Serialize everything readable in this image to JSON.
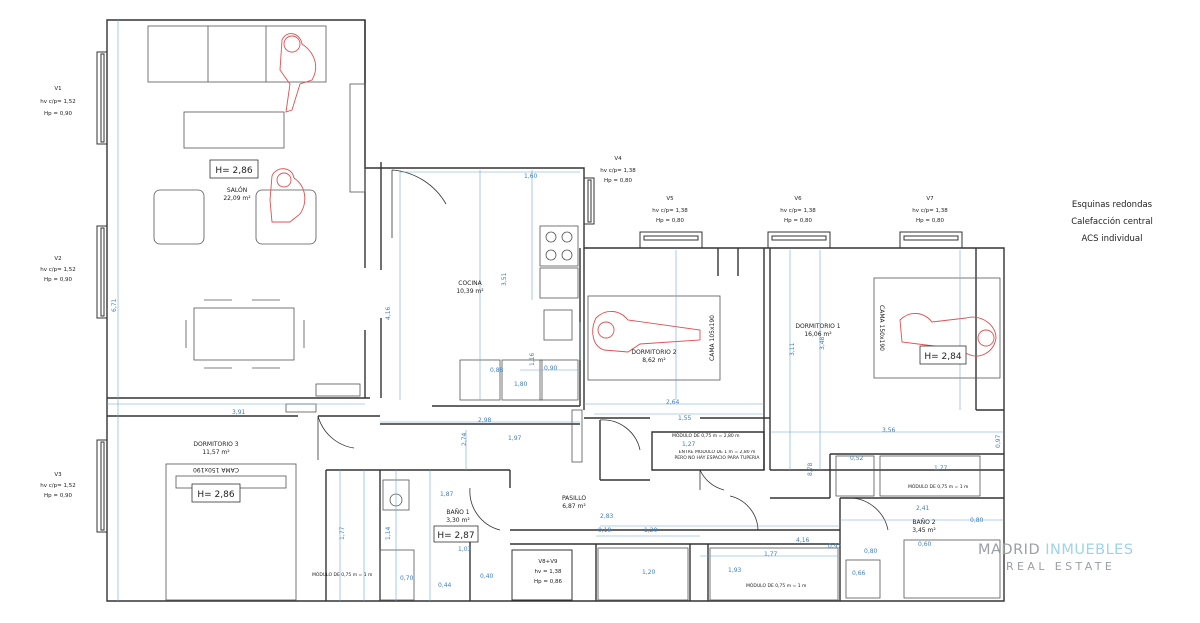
{
  "rooms": {
    "salon": {
      "name": "SALÓN",
      "area": "22,09 m²",
      "height": "H= 2,86"
    },
    "cocina": {
      "name": "COCINA",
      "area": "10,39 m²"
    },
    "dormitorio1": {
      "name": "DORMITORIO 1",
      "area": "16,06 m²",
      "height": "H= 2,84",
      "bed_text": "CAMA 150x190"
    },
    "dormitorio2": {
      "name": "DORMITORIO 2",
      "area": "8,62 m²",
      "bed_text": "CAMA 105x190"
    },
    "dormitorio3": {
      "name": "DORMITORIO 3",
      "area": "11,57 m²",
      "height": "H= 2,86",
      "bed_text": "CAMA 150x190"
    },
    "bano1": {
      "name": "BAÑO 1",
      "area": "3,30 m²",
      "height": "H= 2,87"
    },
    "bano2": {
      "name": "BAÑO 2",
      "area": "3,45 m²"
    },
    "pasillo": {
      "name": "PASILLO",
      "area": "6,87 m²"
    }
  },
  "windows": [
    {
      "id": "V1",
      "hv": "hv c/p= 1,52",
      "hp": "Hp = 0,90"
    },
    {
      "id": "V2",
      "hv": "hv c/p= 1,52",
      "hp": "Hp = 0,90"
    },
    {
      "id": "V3",
      "hv": "hv c/p= 1,52",
      "hp": "Hp = 0,90"
    },
    {
      "id": "V4",
      "hv": "hv c/p= 1,38",
      "hp": "Hp = 0,80"
    },
    {
      "id": "V5",
      "hv": "hv c/p= 1,38",
      "hp": "Hp = 0,80"
    },
    {
      "id": "V6",
      "hv": "hv c/p= 1,38",
      "hp": "Hp = 0,80"
    },
    {
      "id": "V7",
      "hv": "hv c/p= 1,38",
      "hp": "Hp = 0,80"
    },
    {
      "id": "V8+V9",
      "hv": "hv = 1,38",
      "hp": "Hp = 0,86"
    }
  ],
  "dimensions": [
    "1,60",
    "3,91",
    "2,98",
    "1,97",
    "2,64",
    "1,55",
    "1,27",
    "3,56",
    "1,77",
    "2,41",
    "0,80",
    "2,83",
    "1,87",
    "1,20",
    "0,19",
    "1,93",
    "4,16",
    "0,97",
    "0,52",
    "0,60",
    "1,03",
    "0,70",
    "0,44",
    "0,40",
    "1,77",
    "0,66",
    "1,20",
    "0,80",
    "1,80",
    "0,90",
    "0,88"
  ],
  "side_dims": [
    "6,71",
    "4,16",
    "3,51",
    "3,11",
    "3,48",
    "8,78",
    "1,77",
    "1,14",
    "0,97",
    "1,16",
    "2,74"
  ],
  "notes": [
    "MÓDULO DE 0,75 m = 2,80 m",
    "ENTRE MÓDULO DE 1 m = 2,80 m PERO NO HAY ESPACIO PARA TUPERIA",
    "MÓDULO DE 0,75 m = 1 m",
    "MÓDULO DE 0,75 m = 1 m",
    "MÓDULO DE 0,75 m = 1 m"
  ],
  "info": [
    "Esquinas redondas",
    "Calefacción central",
    "ACS individual"
  ],
  "brand": {
    "line1_a": "MADRID ",
    "line1_b": "INMUEBLES",
    "line2": "REAL ESTATE"
  },
  "colors": {
    "walls": "#333333",
    "dimensions": "#3f7fbf",
    "figures": "#e05050",
    "brand_accent": "#9fd3ea"
  }
}
